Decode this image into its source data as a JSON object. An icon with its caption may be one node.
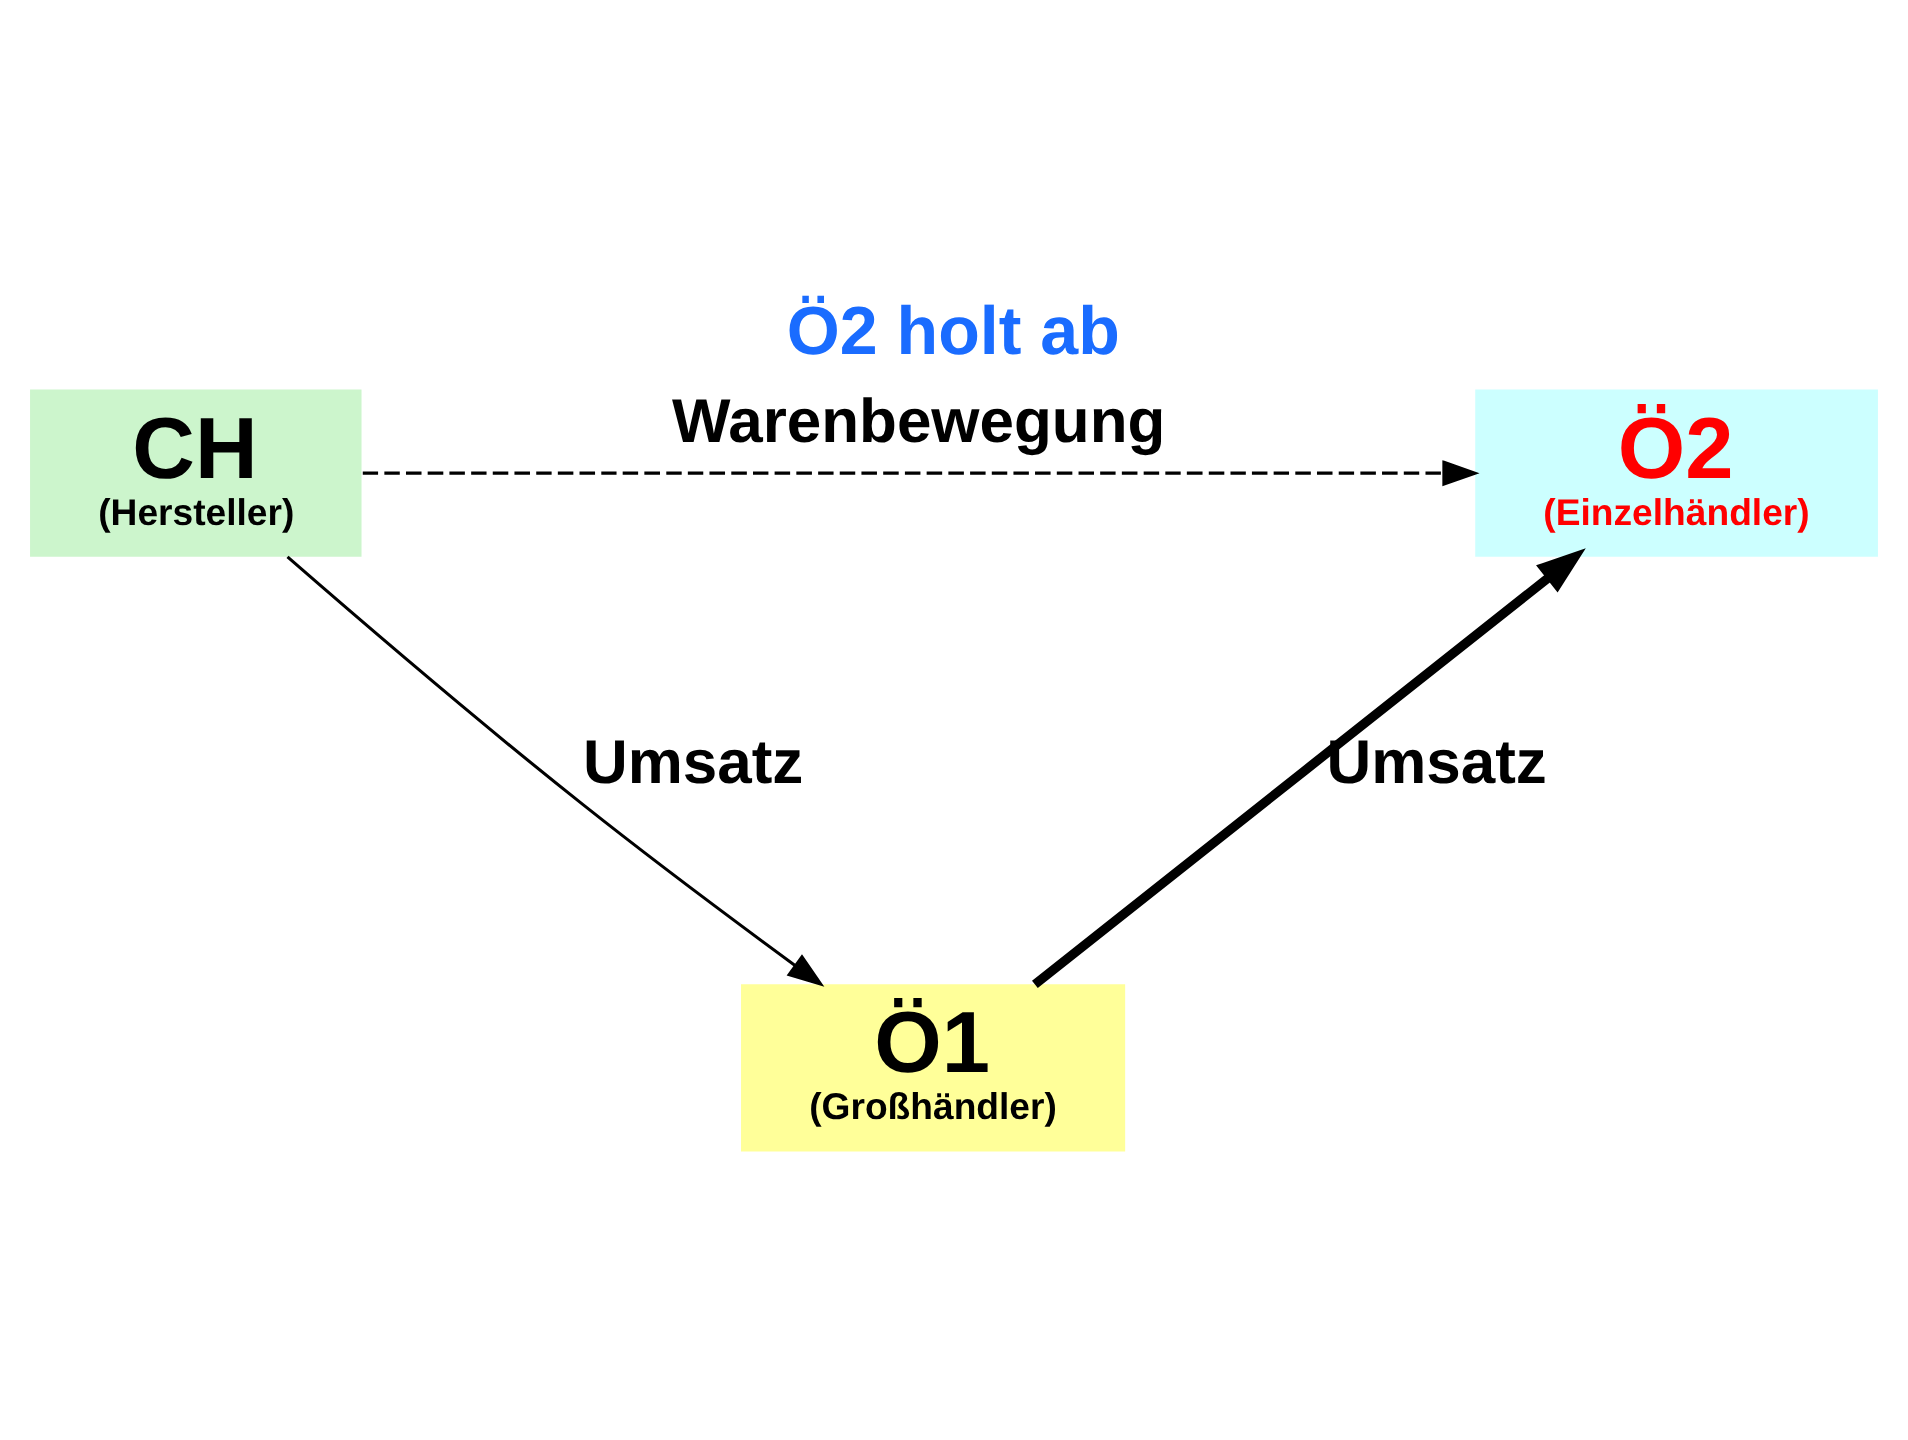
{
  "diagram": {
    "title": "Ö2 holt ab",
    "nodes": [
      {
        "text": [
          "CH",
          "(Hersteller)"
        ]
      },
      {
        "text": [
          "Ö2",
          "(Einzelhändler)"
        ]
      },
      {
        "text": [
          "Ö1",
          "(Großhändler)"
        ]
      }
    ],
    "edges": [
      {
        "from": 0,
        "to": 1,
        "arrow": "to",
        "label": "Warenbewegung",
        "style": "dashed"
      },
      {
        "from": 0,
        "to": 2,
        "arrow": "to",
        "label": "Umsatz"
      },
      {
        "from": 2,
        "to": 1,
        "arrow": "to",
        "label": "Umsatz",
        "style": "thick"
      }
    ]
  }
}
